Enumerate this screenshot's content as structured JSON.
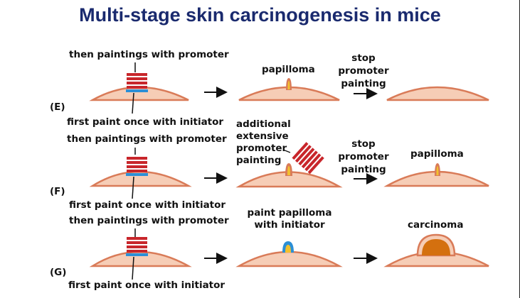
{
  "title": "Multi-stage skin carcinogenesis in mice",
  "rows": [
    {
      "letter": "(E)",
      "top_label": "then paintings with promoter",
      "bottom_label": "first paint once with initiator",
      "mid_label": "papilloma",
      "arrow2_label": [
        "stop",
        "promoter",
        "painting"
      ],
      "right_label": ""
    },
    {
      "letter": "(F)",
      "top_label": "then paintings with promoter",
      "bottom_label": "first paint once with initiator",
      "mid_label": [
        "additional",
        "extensive",
        "promoter",
        "painting"
      ],
      "arrow2_label": [
        "stop",
        "promoter",
        "painting"
      ],
      "right_label": "papilloma"
    },
    {
      "letter": "(G)",
      "top_label": "then paintings with promoter",
      "bottom_label": "first paint once with initiator",
      "mid_label": [
        "paint papilloma",
        "with initiator"
      ],
      "arrow2_label": "",
      "right_label": "carcinoma"
    }
  ],
  "colors": {
    "skin_fill": "#f6cdb6",
    "skin_edge": "#d97b58",
    "promoter_red": "#c8262b",
    "initiator_blue": "#2c8fd6",
    "papilloma_yellow": "#f2c12e",
    "carcinoma_orange": "#d4700f",
    "title_blue": "#1a2a6e"
  }
}
